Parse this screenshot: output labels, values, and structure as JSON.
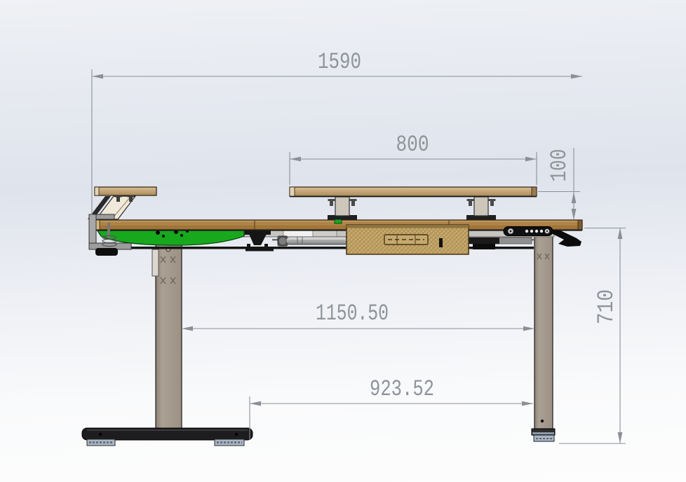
{
  "drawing": {
    "type": "cad-side-elevation",
    "subject": "height adjustable standing desk",
    "dims": {
      "total_width": "1590",
      "shelf_width": "800",
      "shelf_height": "100",
      "leg_span": "1150.50",
      "foot_span": "923.52",
      "desk_height": "710"
    }
  },
  "colors": {
    "dimension_lines": "#8a9098",
    "dimension_text": "#8f949a",
    "desktop_wood": "#b9904f",
    "shelf_wood": "#c9ae83",
    "green_plate": "#17a81e",
    "leg_column": "#a69b8f",
    "foot_bar": "#1d1d1f",
    "glide": "#a9b6c6",
    "basket_weave": "#c6a96e",
    "background_mid": "#dfe3ec"
  }
}
